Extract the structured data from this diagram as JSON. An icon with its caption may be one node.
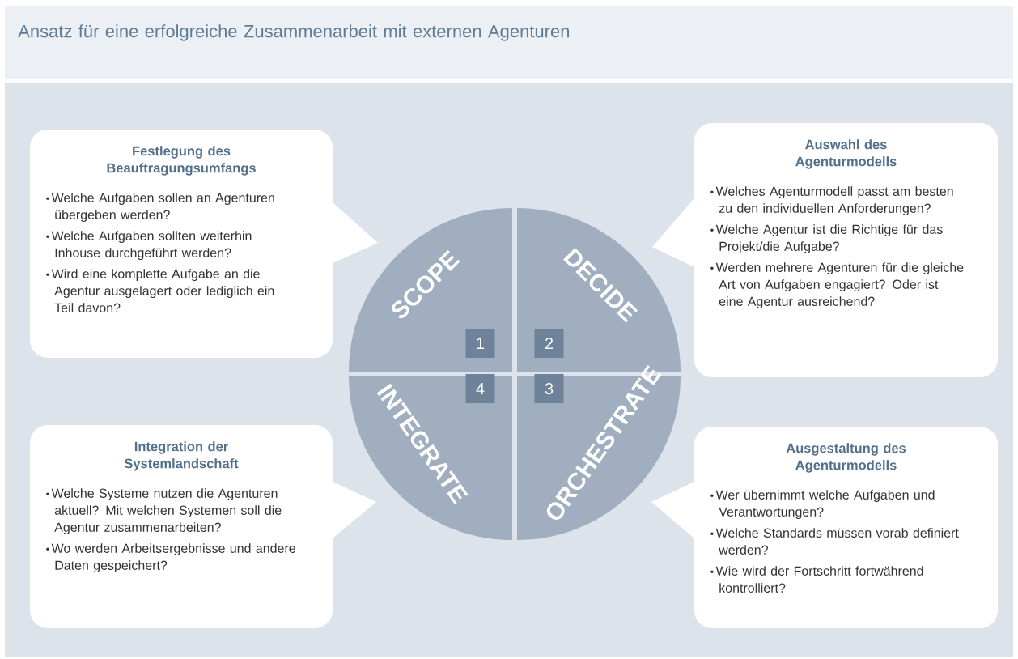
{
  "diagram": {
    "title": "Ansatz für eine erfolgreiche Zusammenarbeit mit externen Agenturen",
    "nodes": [
      {
        "text": [
          "Festlegung des Beauftragungsumfangs",
          "Welche Aufgaben sollen an Agenturen übergeben werden?",
          "Welche Aufgaben sollten weiterhin Inhouse durchgeführt werden?",
          "Wird eine komplette Aufgabe an die Agentur ausgelagert oder lediglich ein Teil davon?"
        ]
      },
      {
        "text": [
          "Auswahl des Agenturmodells",
          "Welches Agenturmodell passt am besten zu den individuellen Anforderungen?",
          "Welche Agentur ist die Richtige für das Projekt/die Aufgabe?",
          "Werden mehrere Agenturen für die gleiche Art von Aufgaben engagiert? Oder ist eine Agentur ausreichend?"
        ]
      },
      {
        "text": [
          "SCOPE"
        ]
      },
      {
        "text": [
          "1"
        ],
        "in": 2
      },
      {
        "text": [
          "DECIDE"
        ]
      },
      {
        "text": [
          "2"
        ],
        "in": 4
      },
      {
        "text": [
          "INTEGRATE"
        ]
      },
      {
        "text": [
          "4"
        ],
        "in": 6
      },
      {
        "text": [
          "ORCHESTRATE"
        ]
      },
      {
        "text": [
          "3"
        ],
        "in": 8
      },
      {
        "text": [
          "Integration der Systemlandschaft",
          "Welche Systeme nutzen die Agenturen aktuell? Mit welchen Systemen soll die Agentur zusammenarbeiten?",
          "Wo werden Arbeitsergebnisse und andere Daten gespeichert?"
        ]
      },
      {
        "text": [
          "Ausgestaltung des Agenturmodells",
          "Wer übernimmt welche Aufgaben und Verantwortungen?",
          "Welche Standards müssen vorab definiert werden?",
          "Wie wird der Fortschritt fortwährend kontrolliert?"
        ]
      }
    ]
  }
}
